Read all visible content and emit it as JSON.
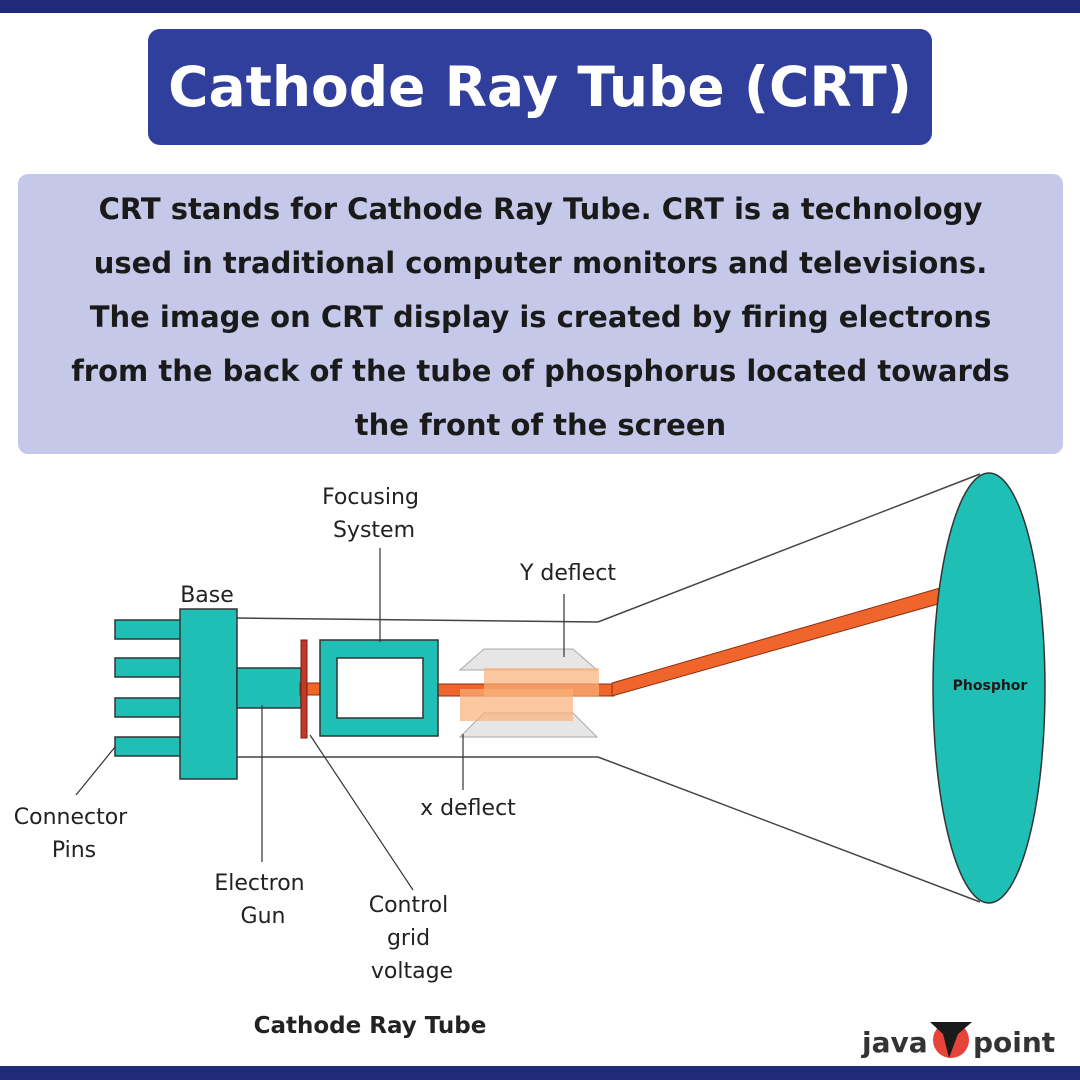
{
  "header": {
    "title": "Cathode Ray Tube (CRT)"
  },
  "description": {
    "lines": [
      "CRT stands for Cathode Ray Tube. CRT is a technology",
      "used in traditional computer monitors and televisions.",
      "The image on CRT display is created by firing electrons",
      "from the back of the tube of phosphorus located towards",
      "the front of the screen"
    ]
  },
  "diagram": {
    "labels": {
      "focusing_system": [
        "Focusing",
        "System"
      ],
      "y_deflect": "Y deflect",
      "base": "Base",
      "phosphor": "Phosphor",
      "connector_pins": [
        "Connector",
        "Pins"
      ],
      "x_deflect": "x deflect",
      "electron_gun": [
        "Electron",
        "Gun"
      ],
      "control_grid_voltage": [
        "Control",
        "grid",
        "voltage"
      ]
    },
    "caption": "Cathode Ray Tube"
  },
  "logo": {
    "left_text": "java",
    "middle_letter": "T",
    "right_text": "point"
  },
  "colors": {
    "navy_bar": "#1f2a78",
    "title_bg": "#313f9c",
    "description_bg": "#c5c8e8",
    "teal_parts": "#1fbfb5",
    "beam": "#f0652b",
    "control_grid": "#c0392b",
    "deflect_highlight": "#f9b07a",
    "logo_red": "#e8433a"
  }
}
